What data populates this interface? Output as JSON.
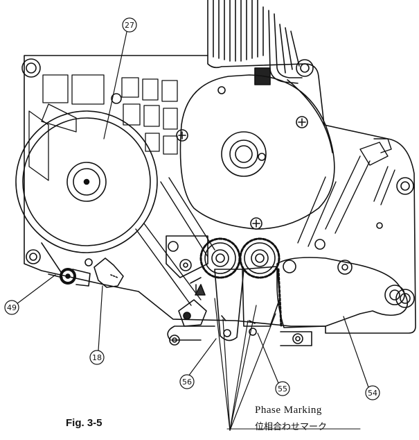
{
  "figure": {
    "label": "Fig. 3-5",
    "phase_marking_en": "Phase Marking",
    "phase_marking_jp": "位相合わせマーク"
  },
  "callouts": [
    {
      "id": "27",
      "text": "27"
    },
    {
      "id": "49",
      "text": "49"
    },
    {
      "id": "18",
      "text": "18"
    },
    {
      "id": "56",
      "text": "56"
    },
    {
      "id": "55",
      "text": "55"
    },
    {
      "id": "54",
      "text": "54"
    }
  ]
}
